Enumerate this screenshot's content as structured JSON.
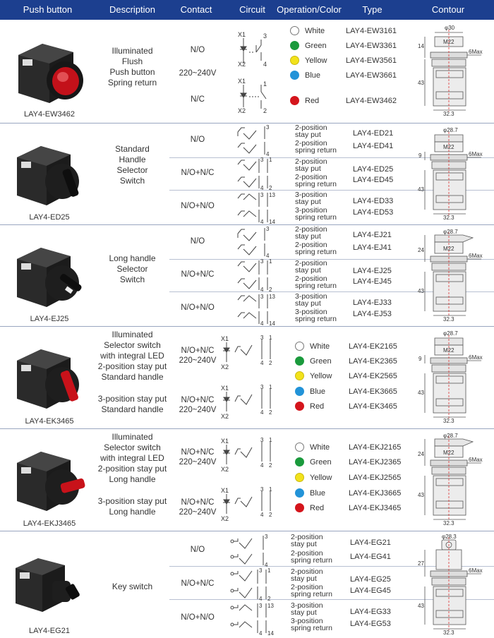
{
  "header": [
    "Push button",
    "Description",
    "Contact",
    "Circuit",
    "Operation/Color",
    "Type",
    "Contour"
  ],
  "sections": [
    {
      "caption": "LAY4-EW3462",
      "desc": [
        "Illuminated",
        "Flush",
        "Push button",
        "Spring return"
      ],
      "contacts": [
        [
          "N/O"
        ],
        [
          "220~240V"
        ],
        [
          "N/C"
        ]
      ],
      "ops": [
        {
          "label": "White",
          "color": "#ffffff"
        },
        {
          "label": "Green",
          "color": "#1a9a3c"
        },
        {
          "label": "Yellow",
          "color": "#f2e21b"
        },
        {
          "label": "Blue",
          "color": "#2293d8"
        },
        {
          "label": "Red",
          "color": "#d4151c"
        }
      ],
      "types": [
        "LAY4-EW3161",
        "LAY4-EW3361",
        "LAY4-EW3561",
        "LAY4-EW3661",
        "LAY4-EW3462"
      ],
      "contour": {
        "top": "φ30",
        "m": "M22",
        "h1": "14",
        "h2": "43",
        "w": "32.3",
        "max": "6Max"
      }
    },
    {
      "caption": "LAY4-ED25",
      "desc": [
        "Standard",
        "Handle",
        "Selector",
        "Switch"
      ],
      "contacts": [
        [
          "N/O"
        ],
        [
          "N/O+N/C"
        ],
        [
          "N/O+N/O"
        ]
      ],
      "ops": [
        [
          "2-position",
          "stay put"
        ],
        [
          "2-position",
          "spring return"
        ],
        [
          "2-position",
          "stay put"
        ],
        [
          "2-position",
          "spring return"
        ],
        [
          "3-position",
          "stay put"
        ],
        [
          "3-position",
          "spring return"
        ]
      ],
      "types": [
        "LAY4-ED21",
        "LAY4-ED41",
        "LAY4-ED25",
        "LAY4-ED45",
        "LAY4-ED33",
        "LAY4-ED53"
      ],
      "contour": {
        "top": "φ28.7",
        "m": "M22",
        "h1": "9",
        "h2": "43",
        "w": "32.3",
        "max": "6Max"
      }
    },
    {
      "caption": "LAY4-EJ25",
      "desc": [
        "Long handle",
        "Selector",
        "Switch"
      ],
      "contacts": [
        [
          "N/O"
        ],
        [
          "N/O+N/C"
        ],
        [
          "N/O+N/O"
        ]
      ],
      "ops": [
        [
          "2-position",
          "stay put"
        ],
        [
          "2-position",
          "spring return"
        ],
        [
          "2-position",
          "stay put"
        ],
        [
          "2-position",
          "spring return"
        ],
        [
          "3-position",
          "stay put"
        ],
        [
          "3-position",
          "spring return"
        ]
      ],
      "types": [
        "LAY4-EJ21",
        "LAY4-EJ41",
        "LAY4-EJ25",
        "LAY4-EJ45",
        "LAY4-EJ33",
        "LAY4-EJ53"
      ],
      "contour": {
        "top": "φ28.7",
        "m": "M22",
        "h1": "24",
        "h2": "43",
        "w": "32.3",
        "max": "6Max"
      }
    },
    {
      "caption": "LAY4-EK3465",
      "desc": [
        "Illuminated",
        "Selector switch",
        "with integral LED",
        "2-position stay put",
        "Standard handle"
      ],
      "desc2": [
        "3-position stay put",
        "Standard handle"
      ],
      "contacts": [
        [
          "N/O+N/C",
          "220~240V"
        ],
        [
          "N/O+N/C",
          "220~240V"
        ]
      ],
      "ops": [
        {
          "label": "White",
          "color": "#ffffff"
        },
        {
          "label": "Green",
          "color": "#1a9a3c"
        },
        {
          "label": "Yellow",
          "color": "#f2e21b"
        },
        {
          "label": "Blue",
          "color": "#2293d8"
        },
        {
          "label": "Red",
          "color": "#d4151c"
        }
      ],
      "types": [
        "LAY4-EK2165",
        "LAY4-EK2365",
        "LAY4-EK2565",
        "LAY4-EK3665",
        "LAY4-EK3465"
      ],
      "contour": {
        "top": "φ28.7",
        "m": "M22",
        "h1": "9",
        "h2": "43",
        "w": "32.3",
        "max": "6Max"
      }
    },
    {
      "caption": "LAY4-EKJ3465",
      "desc": [
        "Illuminated",
        "Selector switch",
        "with integral LED",
        "2-position stay put",
        "Long handle"
      ],
      "desc2": [
        "3-position stay put",
        "Long handle"
      ],
      "contacts": [
        [
          "N/O+N/C",
          "220~240V"
        ],
        [
          "N/O+N/C",
          "220~240V"
        ]
      ],
      "ops": [
        {
          "label": "White",
          "color": "#ffffff"
        },
        {
          "label": "Green",
          "color": "#1a9a3c"
        },
        {
          "label": "Yellow",
          "color": "#f2e21b"
        },
        {
          "label": "Blue",
          "color": "#2293d8"
        },
        {
          "label": "Red",
          "color": "#d4151c"
        }
      ],
      "types": [
        "LAY4-EKJ2165",
        "LAY4-EKJ2365",
        "LAY4-EKJ2565",
        "LAY4-EKJ3665",
        "LAY4-EKJ3465"
      ],
      "contour": {
        "top": "φ28.7",
        "m": "M22",
        "h1": "24",
        "h2": "43",
        "w": "32.3",
        "max": "6Max"
      }
    },
    {
      "caption": "LAY4-EG21",
      "desc": [
        "Key switch"
      ],
      "contacts": [
        [
          "N/O"
        ],
        [
          "N/O+N/C"
        ],
        [
          "N/O+N/O"
        ]
      ],
      "ops": [
        [
          "2-position",
          "stay put"
        ],
        [
          "2-position",
          "spring return"
        ],
        [
          "2-position",
          "stay put"
        ],
        [
          "2-position",
          "spring return"
        ],
        [
          "3-position",
          "stay put"
        ],
        [
          "3-position",
          "spring return"
        ]
      ],
      "types": [
        "LAY4-EG21",
        "LAY4-EG41",
        "LAY4-EG25",
        "LAY4-EG45",
        "LAY4-EG33",
        "LAY4-EG53"
      ],
      "contour": {
        "top": "φ28.3",
        "m": "",
        "h1": "27",
        "h2": "43",
        "w": "32.3",
        "max": "6Max"
      }
    }
  ],
  "circuit_labels": {
    "x1": "X1",
    "x2": "X2",
    "t1": "1",
    "t2": "2",
    "t3": "3",
    "t4": "4",
    "t13": "13",
    "t14": "14"
  }
}
